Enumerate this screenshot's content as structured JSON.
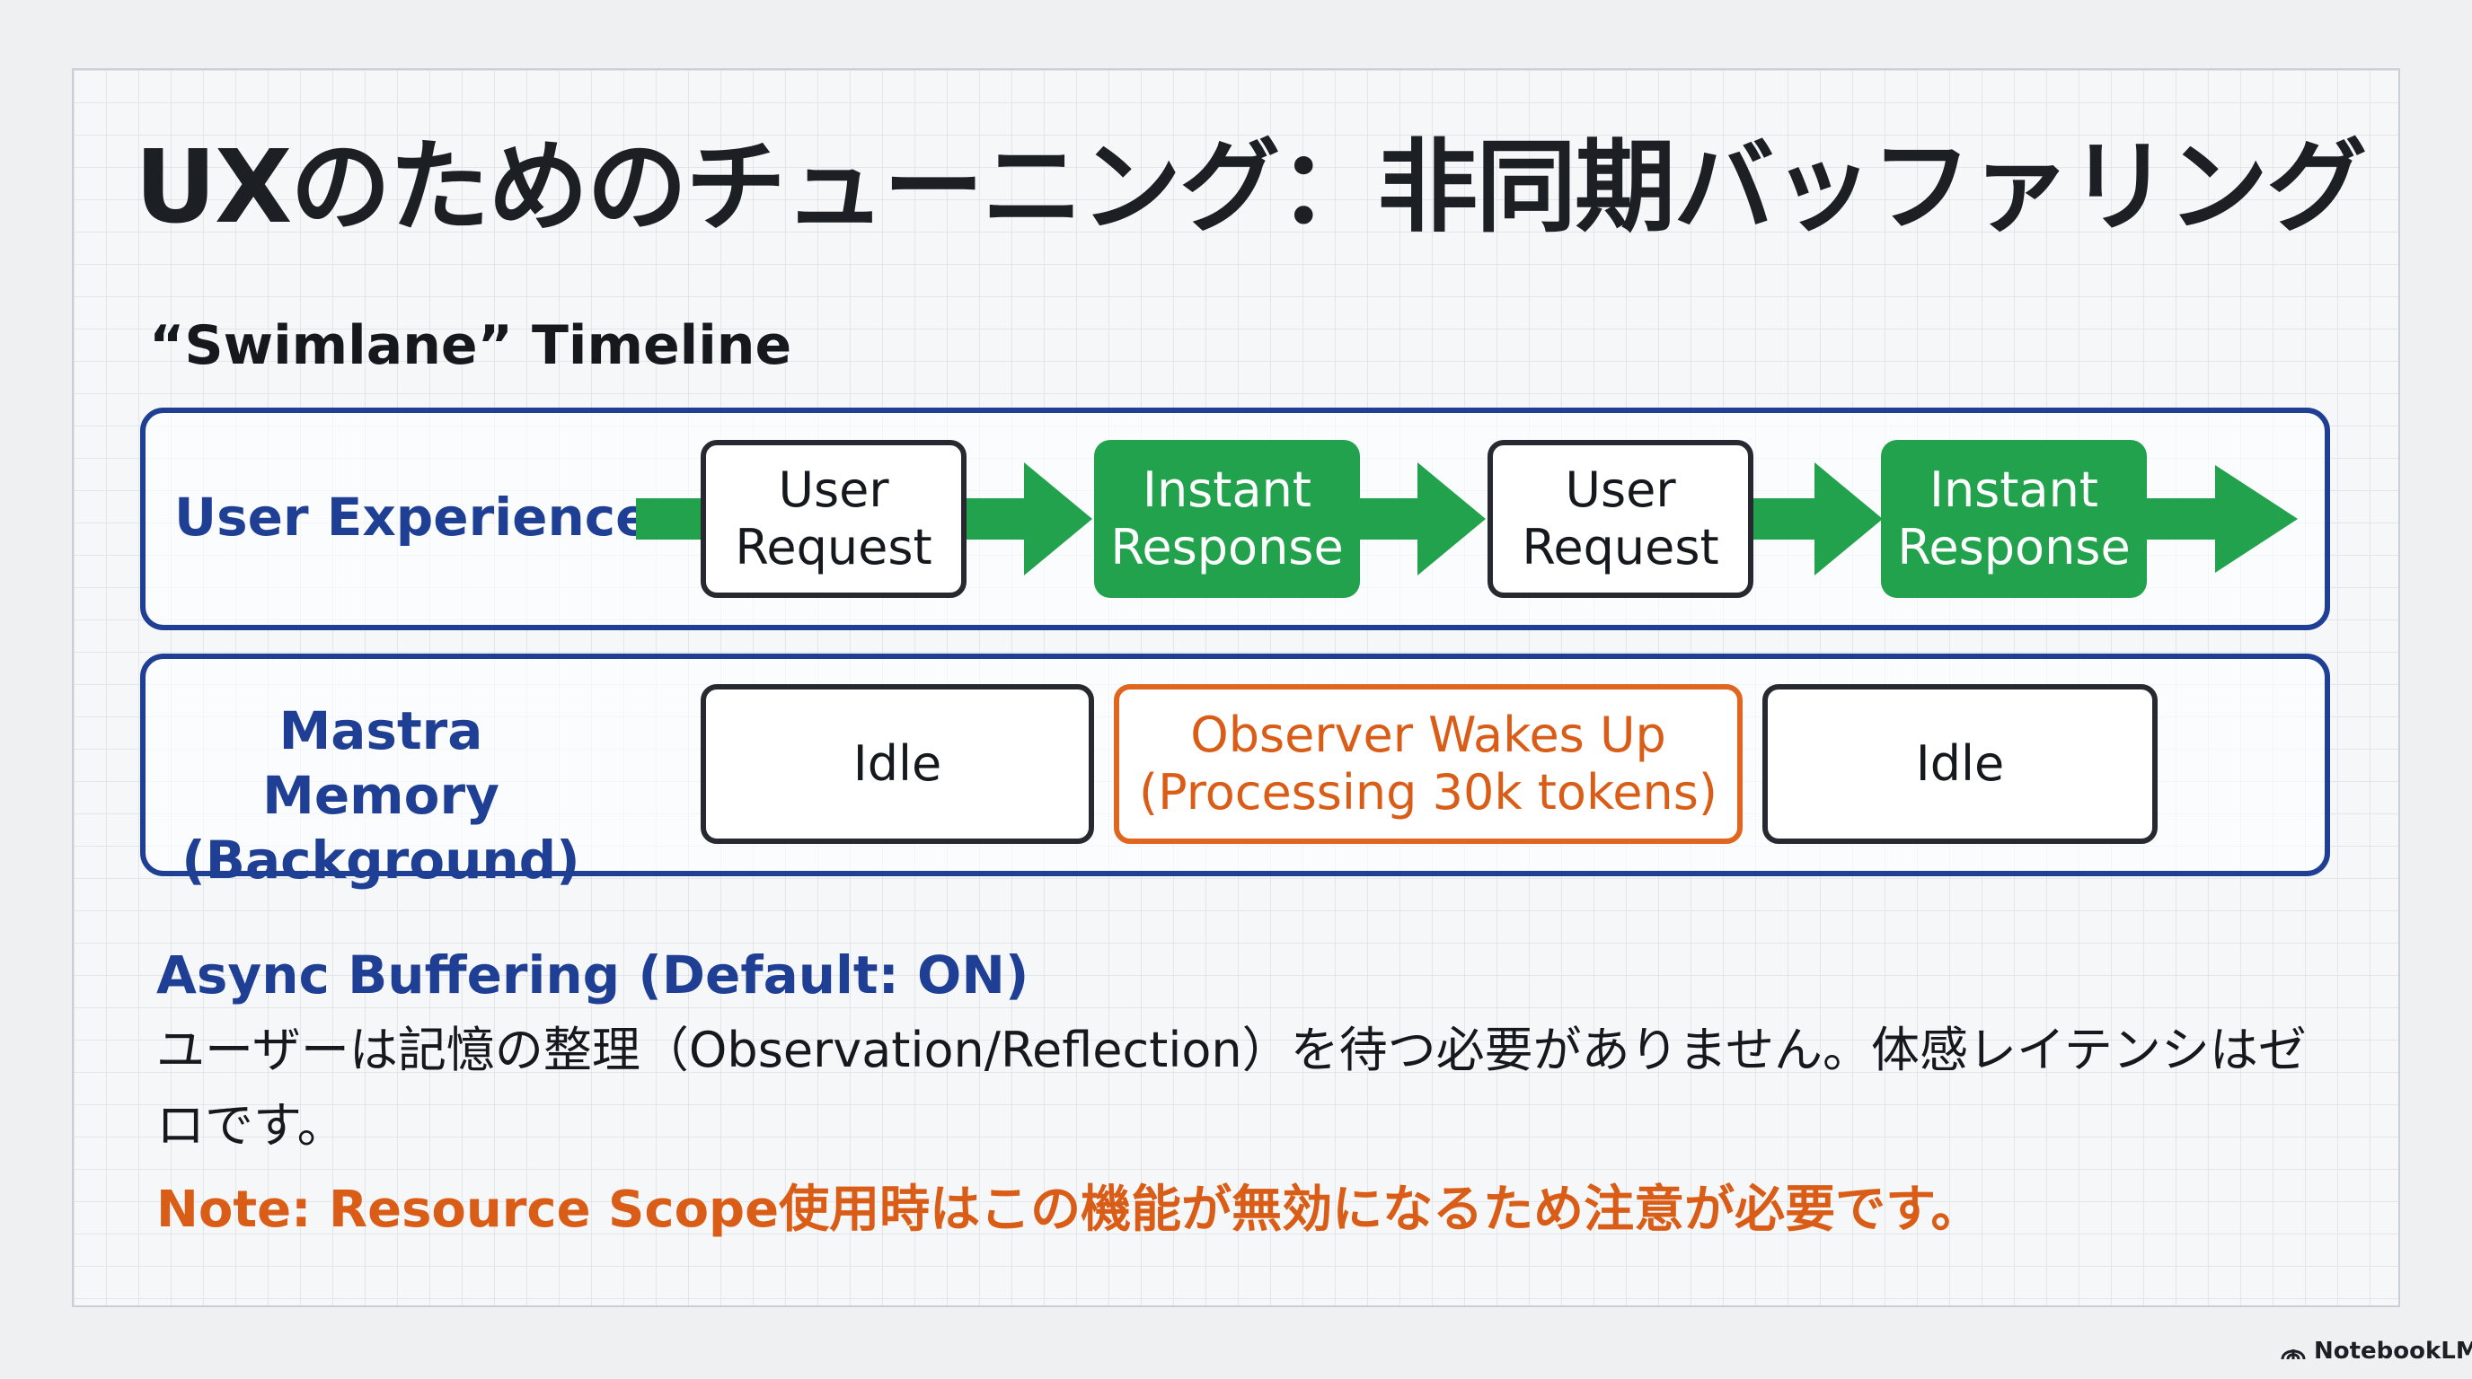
{
  "title": "UXのためのチューニング：非同期バッファリング",
  "subtitle": "“Swimlane” Timeline",
  "lanes": {
    "ux": {
      "label": "User Experience",
      "steps": [
        "User\nRequest",
        "Instant\nResponse",
        "User\nRequest",
        "Instant\nResponse"
      ]
    },
    "memory": {
      "label": "Mastra Memory\n(Background)",
      "steps": [
        "Idle",
        "Observer Wakes Up\n(Processing 30k tokens)",
        "Idle"
      ]
    }
  },
  "async": {
    "heading": "Async Buffering (Default: ON)",
    "body": "ユーザーは記憶の整理（Observation/Reflection）を待つ必要がありません。体感レイテンシはゼロです。",
    "note": "Note: Resource Scope使用時はこの機能が無効になるため注意が必要です。"
  },
  "brand": {
    "name": "NotebookLM",
    "icon": "notebooklm-logo-icon"
  },
  "colors": {
    "lane_border": "#1e3f93",
    "green": "#22a24c",
    "orange": "#e0651f",
    "dark": "#1c1f24"
  }
}
